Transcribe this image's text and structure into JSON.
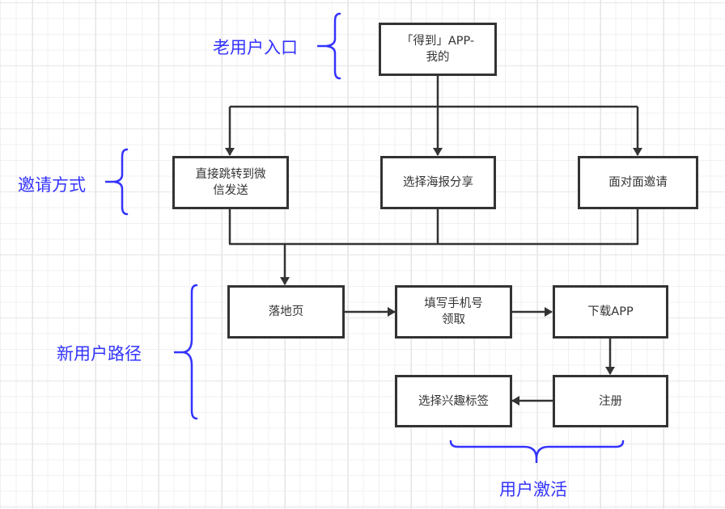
{
  "diagram": {
    "type": "flowchart",
    "colors": {
      "box_border": "#333333",
      "connector": "#333333",
      "brace": "#3333ff",
      "label_text": "#3333ff",
      "box_text": "#333333"
    },
    "section_labels": {
      "old_user_entry": "老用户入口",
      "invite_methods": "邀请方式",
      "new_user_path": "新用户路径",
      "user_activation": "用户激活"
    },
    "nodes": {
      "entry": "「得到」APP-\n我的",
      "wechat": "直接跳转到微\n信发送",
      "poster": "选择海报分享",
      "face": "面对面邀请",
      "landing": "落地页",
      "phone": "填写手机号\n领取",
      "download": "下载APP",
      "register": "注册",
      "tags": "选择兴趣标签"
    },
    "edges": [
      {
        "from": "entry",
        "to": "wechat"
      },
      {
        "from": "entry",
        "to": "poster"
      },
      {
        "from": "entry",
        "to": "face"
      },
      {
        "from": "wechat",
        "to": "landing"
      },
      {
        "from": "poster",
        "to": "landing"
      },
      {
        "from": "face",
        "to": "landing"
      },
      {
        "from": "landing",
        "to": "phone"
      },
      {
        "from": "phone",
        "to": "download"
      },
      {
        "from": "download",
        "to": "register"
      },
      {
        "from": "register",
        "to": "tags"
      }
    ]
  }
}
